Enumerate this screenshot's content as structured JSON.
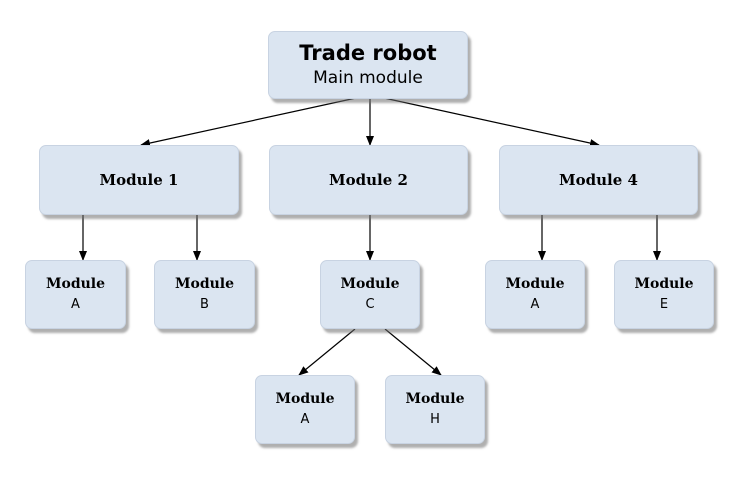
{
  "diagram": {
    "root": {
      "title": "Trade robot",
      "subtitle": "Main module"
    },
    "level1": [
      "Module 1",
      "Module 2",
      "Module 4"
    ],
    "level2": [
      {
        "line1": "Module",
        "line2": "A"
      },
      {
        "line1": "Module",
        "line2": "B"
      },
      {
        "line1": "Module",
        "line2": "C"
      },
      {
        "line1": "Module",
        "line2": "A"
      },
      {
        "line1": "Module",
        "line2": "E"
      }
    ],
    "level3": [
      {
        "line1": "Module",
        "line2": "A"
      },
      {
        "line1": "Module",
        "line2": "H"
      }
    ]
  }
}
